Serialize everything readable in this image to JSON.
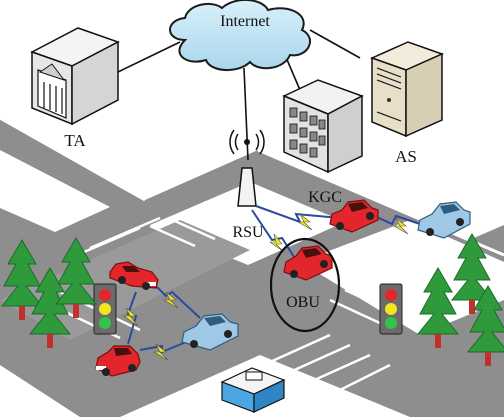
{
  "labels": {
    "internet": "Internet",
    "ta": "TA",
    "as": "AS",
    "rsu": "RSU",
    "kgc": "KGC",
    "obu": "OBU"
  },
  "colors": {
    "road": "#8c8c8c",
    "ground": "#ffffff",
    "cloud": "#bfe3f2",
    "car_red": "#e3262b",
    "car_blue": "#9fc8e6",
    "tree": "#2f9a3c",
    "trunk": "#c0312b",
    "wireless": "#2b4a9c",
    "bolt": "#f2e51e"
  }
}
